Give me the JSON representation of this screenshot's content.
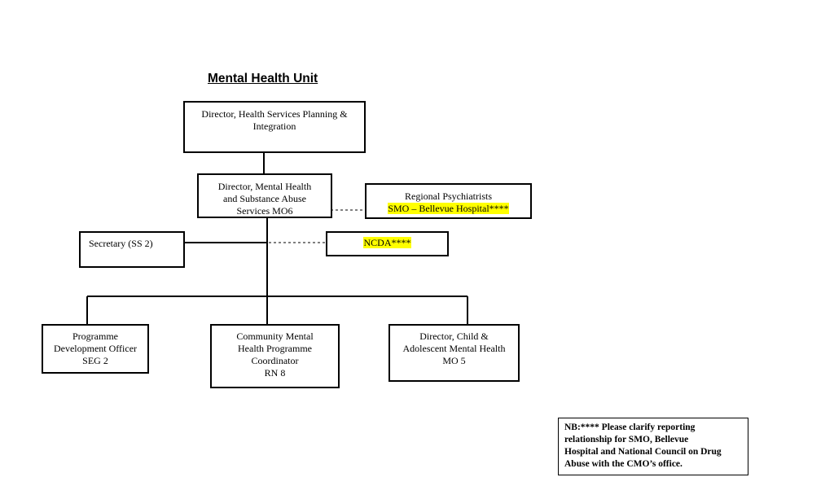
{
  "title": "Mental Health Unit",
  "boxes": {
    "director_planning": [
      "Director, Health Services Planning &",
      "Integration"
    ],
    "director_mental_health": [
      "Director, Mental Health",
      "and Substance Abuse",
      "Services MO6"
    ],
    "regional_psychiatrists": {
      "line1": "Regional Psychiatrists",
      "line2": "SMO – Bellevue Hospital****"
    },
    "secretary": "Secretary (SS 2)",
    "ncda": "NCDA****",
    "programme_dev_officer": [
      "Programme",
      "Development Officer",
      "SEG 2"
    ],
    "community_coordinator": [
      "Community Mental",
      "Health Programme",
      "Coordinator",
      "RN 8"
    ],
    "director_child": [
      "Director, Child &",
      "Adolescent Mental Health",
      "MO 5"
    ]
  },
  "note": [
    "NB:**** Please clarify reporting",
    "relationship for SMO, Bellevue",
    "Hospital and National Council on Drug",
    "Abuse with the CMO’s office."
  ],
  "colors": {
    "highlight": "#ffff00",
    "line": "#000000"
  }
}
